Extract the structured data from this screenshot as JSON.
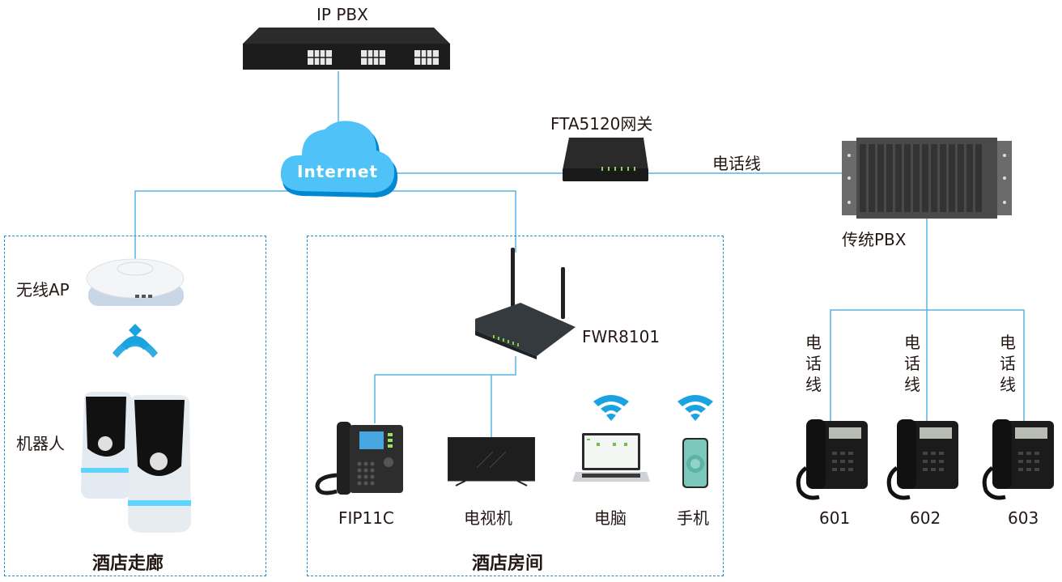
{
  "diagram": {
    "nodes": {
      "ip_pbx": {
        "label": "IP PBX"
      },
      "internet": {
        "label": "Internet"
      },
      "gateway": {
        "label": "FTA5120网关"
      },
      "trunk_line": {
        "label": "电话线"
      },
      "legacy_pbx": {
        "label": "传统PBX"
      },
      "wireless_ap": {
        "label": "无线AP"
      },
      "robot": {
        "label": "机器人"
      },
      "router": {
        "label": "FWR8101"
      },
      "ip_phone": {
        "label": "FIP11C"
      },
      "tv": {
        "label": "电视机"
      },
      "computer": {
        "label": "电脑"
      },
      "mobile": {
        "label": "手机"
      }
    },
    "zones": {
      "corridor": {
        "label": "酒店走廊"
      },
      "room": {
        "label": "酒店房间"
      }
    },
    "extensions": [
      {
        "number": "601",
        "line_label": [
          "电",
          "话",
          "线"
        ]
      },
      {
        "number": "602",
        "line_label": [
          "电",
          "话",
          "线"
        ]
      },
      {
        "number": "603",
        "line_label": [
          "电",
          "话",
          "线"
        ]
      }
    ],
    "colors": {
      "line": "#5ab4e5",
      "zone_border": "#1a8fd0",
      "cloud": "#4fc3f7",
      "cloud_shadow": "#0288d1",
      "wifi": "#1aa3e0"
    }
  }
}
